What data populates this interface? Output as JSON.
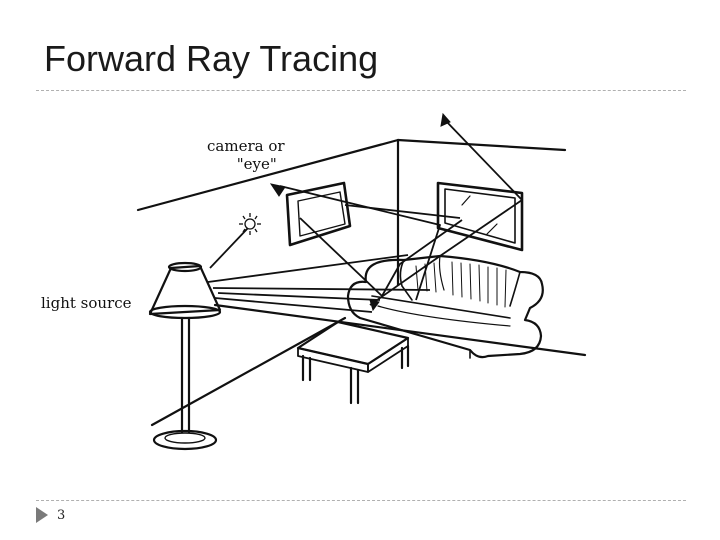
{
  "slide": {
    "title": "Forward Ray Tracing",
    "page_number": "3"
  },
  "diagram": {
    "labels": {
      "camera_line1": "camera or",
      "camera_line2": "\"eye\"",
      "light_source": "light source"
    },
    "line_color": "#111111"
  }
}
